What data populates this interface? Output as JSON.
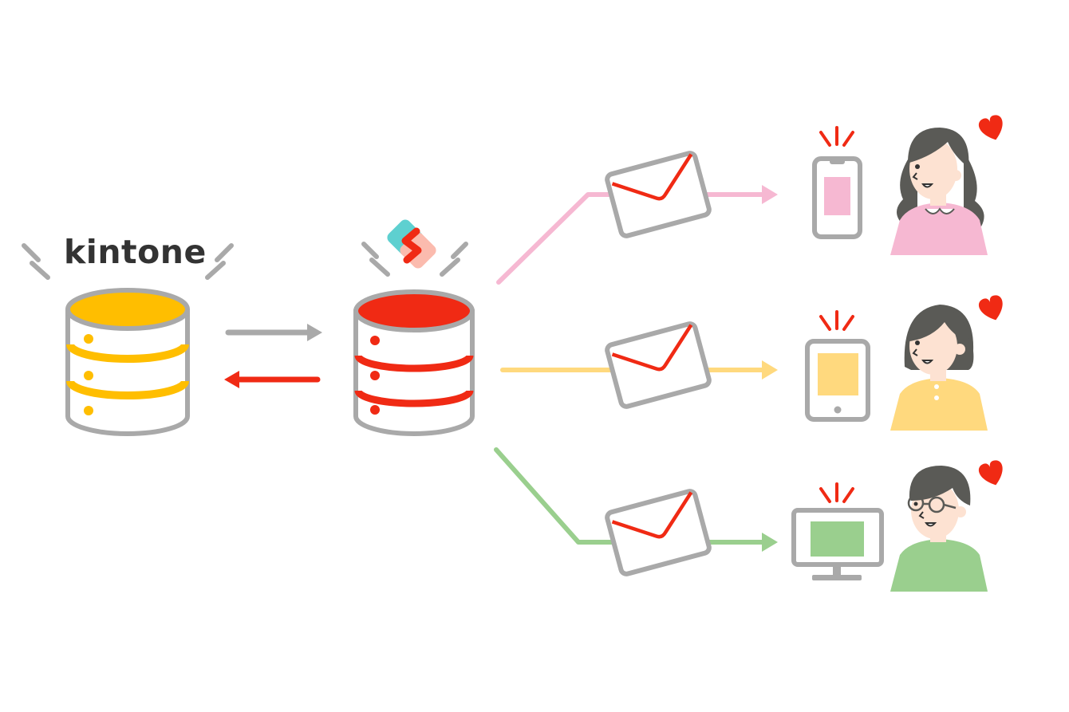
{
  "title": "kintone",
  "colors": {
    "kintone_yellow": "#FFBE00",
    "service_red": "#F02A14",
    "outline_gray": "#A9A9A9",
    "line_pink": "#F6B8D2",
    "line_yellow": "#FFD97E",
    "line_green": "#9ACF8E",
    "heart_red": "#F02A14",
    "logo_teal": "#5ED0D0",
    "logo_salmon": "#FBBBAE",
    "hair": "#5A5A56",
    "skin": "#FDE2D2"
  },
  "nodes": [
    {
      "id": "kintone-db",
      "icon": "database-icon",
      "label": "kintone"
    },
    {
      "id": "service-db",
      "icon": "database-icon",
      "badge": "s-logo-icon"
    }
  ],
  "flows": [
    {
      "from": "kintone-db",
      "to": "service-db",
      "color": "gray",
      "direction": "right"
    },
    {
      "from": "service-db",
      "to": "kintone-db",
      "color": "red",
      "direction": "left"
    }
  ],
  "recipients": [
    {
      "channel": "pink",
      "device": "smartphone-icon",
      "person": "woman-long-hair",
      "reaction": "heart-icon"
    },
    {
      "channel": "yellow",
      "device": "tablet-icon",
      "person": "woman-short-hair",
      "reaction": "heart-icon"
    },
    {
      "channel": "green",
      "device": "desktop-monitor-icon",
      "person": "man-with-glasses",
      "reaction": "heart-icon"
    }
  ]
}
